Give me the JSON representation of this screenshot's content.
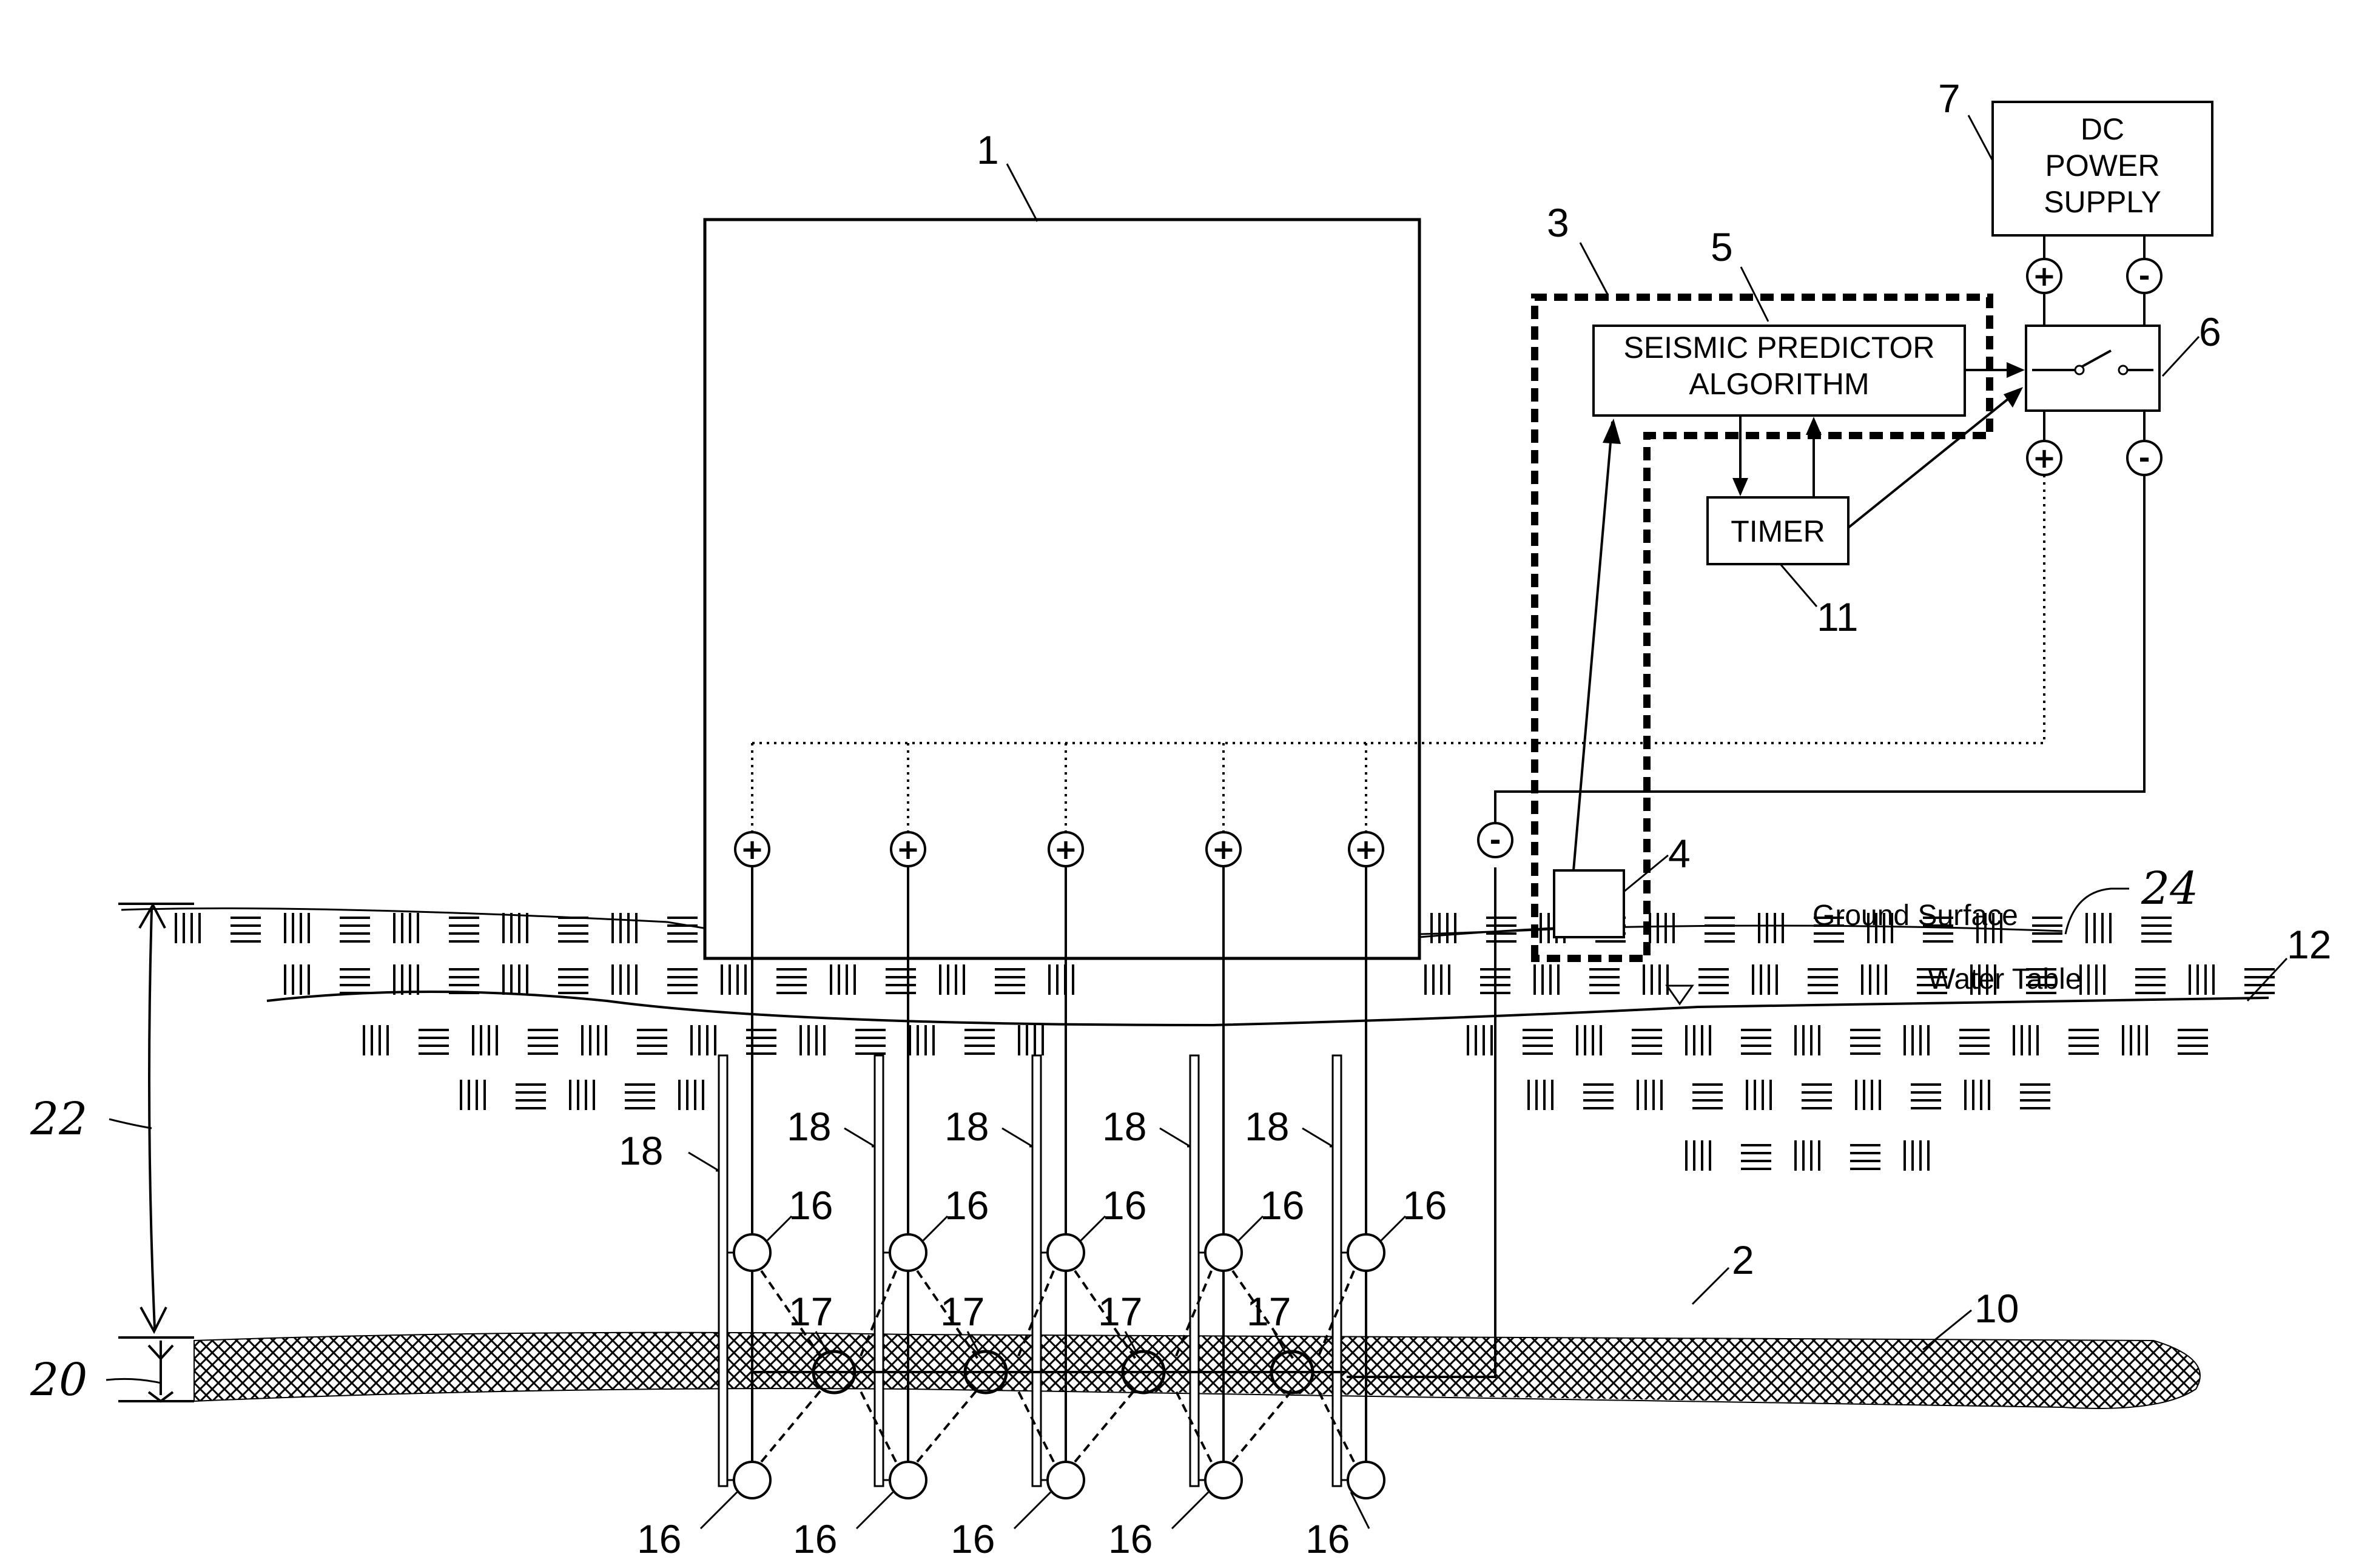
{
  "components": {
    "building": "1",
    "ground": "2",
    "system": "3",
    "sensor": "4",
    "predictor": "5",
    "switch": "6",
    "supply": "7",
    "layer": "10",
    "timer": "11",
    "water_table": "12",
    "electrode": "16",
    "cavity": "17",
    "casing": "18",
    "layer_thickness": "20",
    "depth": "22",
    "ground_surface": "24"
  },
  "boxes": {
    "power_line1": "DC",
    "power_line2": "POWER",
    "power_line3": "SUPPLY",
    "predictor_line1": "SEISMIC PREDICTOR",
    "predictor_line2": "ALGORITHM",
    "timer": "TIMER"
  },
  "labels": {
    "ground_surface": "Ground Surface",
    "water_table": "Water Table"
  },
  "signs": {
    "plus": "+",
    "minus": "-"
  }
}
